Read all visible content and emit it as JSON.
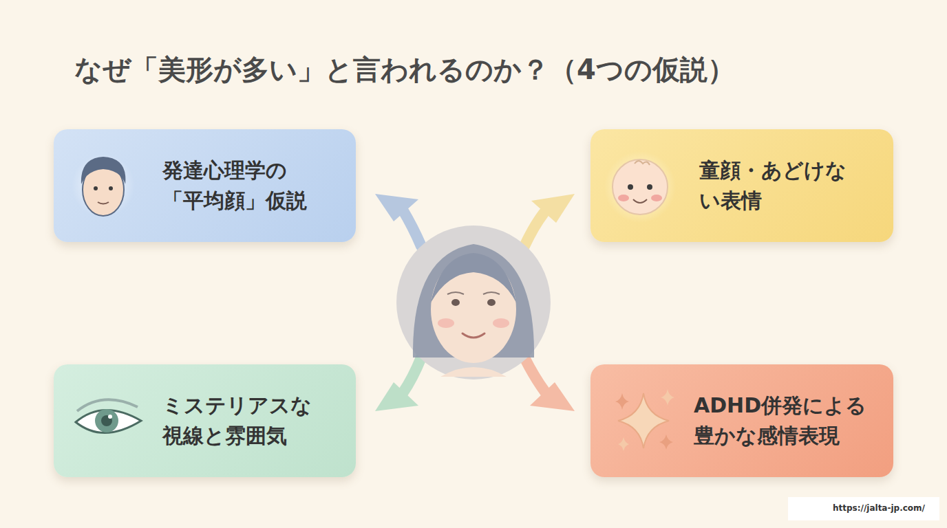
{
  "diagram": {
    "title": "なぜ「美形が多い」と言われるのか？（4つの仮説）",
    "nodes": [
      {
        "text": [
          "発達心理学の 「平均顔」仮説"
        ]
      },
      {
        "text": [
          "童顔・あどけな い表情"
        ]
      },
      {
        "text": [
          "ミステリアスな 視線と雰囲気"
        ]
      },
      {
        "text": [
          "ADHD併発による 豊かな感情表現"
        ]
      }
    ],
    "labels": [
      "https://jalta-jp.com/"
    ]
  }
}
